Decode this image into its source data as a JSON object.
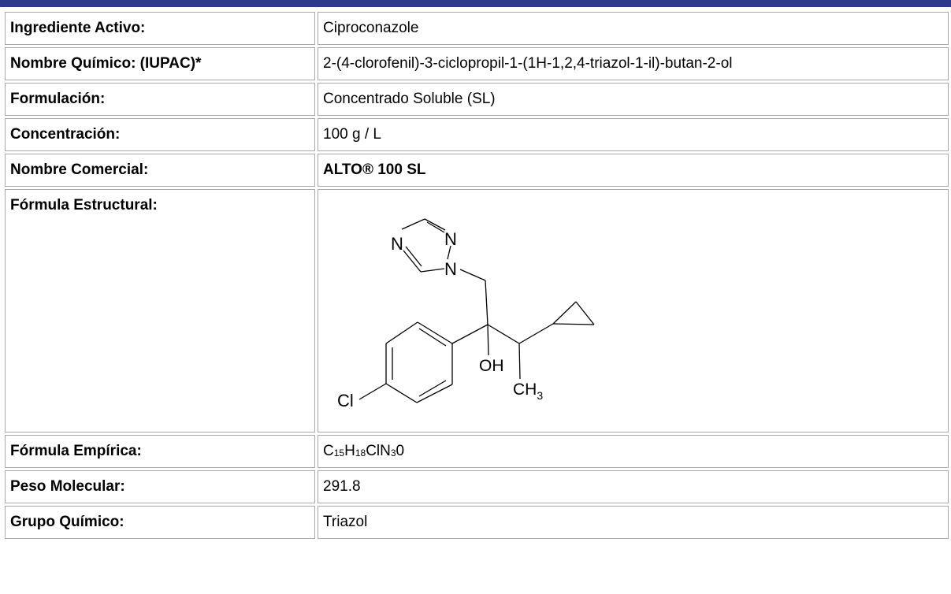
{
  "rows": [
    {
      "label": "Ingrediente Activo:",
      "value": "Ciproconazole"
    },
    {
      "label": "Nombre Químico: (IUPAC)*",
      "value": "2-(4-clorofenil)-3-ciclopropil-1-(1H-1,2,4-triazol-1-il)-butan-2-ol"
    },
    {
      "label": "Formulación:",
      "value": "Concentrado Soluble (SL)"
    },
    {
      "label": "Concentración:",
      "value": "100 g / L"
    },
    {
      "label": "Nombre Comercial:",
      "value": "ALTO® 100 SL"
    },
    {
      "label": "Fórmula Estructural:"
    },
    {
      "label": "Fórmula Empírica:",
      "value_parts": [
        "C",
        "15",
        "H",
        "18",
        "ClN",
        "3",
        "0"
      ]
    },
    {
      "label": "Peso Molecular:",
      "value": "291.8"
    },
    {
      "label": "Grupo Químico:",
      "value": "Triazol"
    }
  ],
  "structure_labels": {
    "n_left": "N",
    "n_top": "N",
    "n_bottom": "N",
    "oh": "OH",
    "ch": "CH",
    "ch_sub": "3",
    "cl": "Cl"
  },
  "colors": {
    "header_bar": "#2d3a8c",
    "cell_border": "#a9a9a9"
  }
}
